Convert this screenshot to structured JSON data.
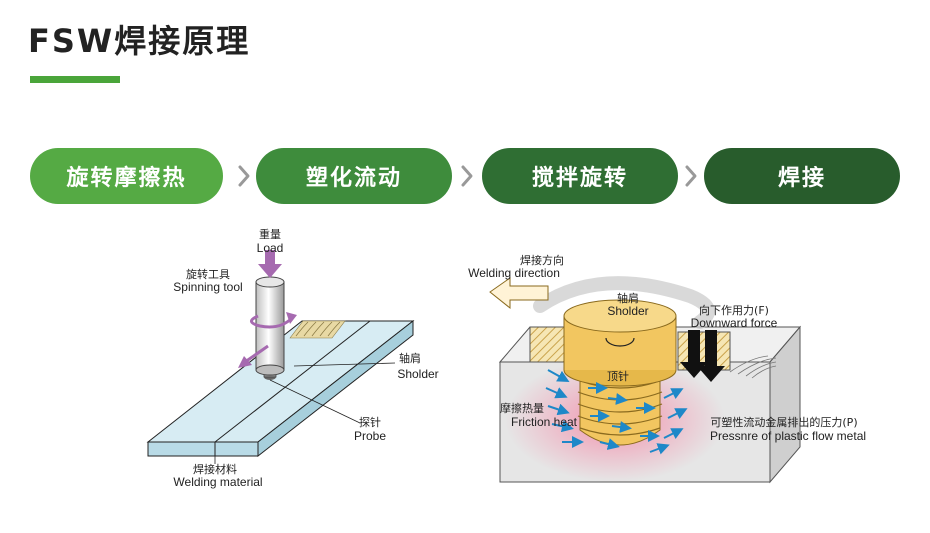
{
  "title": "FSW焊接原理",
  "steps": [
    {
      "label": "旋转摩擦热",
      "color": "#55aa44"
    },
    {
      "label": "塑化流动",
      "color": "#3e8c3c"
    },
    {
      "label": "搅拌旋转",
      "color": "#2f6e33"
    },
    {
      "label": "焊接",
      "color": "#285c2c"
    }
  ],
  "chevron_color": "#999999",
  "left_diagram": {
    "load": {
      "zh": "重量",
      "en": "Load"
    },
    "spinning_tool": {
      "zh": "旋转工具",
      "en": "Spinning tool"
    },
    "shoulder": {
      "zh": "轴肩",
      "en": "Sholder"
    },
    "probe": {
      "zh": "探针",
      "en": "Probe"
    },
    "material": {
      "zh": "焊接材料",
      "en": "Welding material"
    }
  },
  "right_diagram": {
    "direction": {
      "zh": "焊接方向",
      "en": "Welding direction"
    },
    "shoulder": {
      "zh": "轴肩",
      "en": "Sholder"
    },
    "downward": {
      "zh": "向下作用力(F)",
      "en": "Downward force"
    },
    "pin": {
      "zh": "顶针"
    },
    "friction": {
      "zh": "摩擦热量",
      "en": "Friction heat"
    },
    "pressure": {
      "zh": "可塑性流动金属排出的压力(P)",
      "en": "Pressnre of plastic flow metal"
    }
  }
}
